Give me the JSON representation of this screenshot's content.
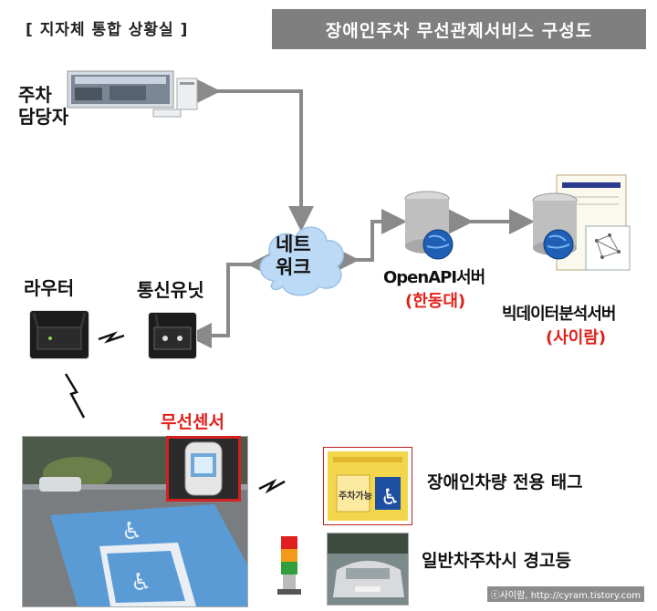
{
  "header": {
    "left_title": "[ 지자체 통합 상황실 ]",
    "right_title": "장애인주차 무선관제서비스 구성도"
  },
  "nodes": {
    "parking_manager": "주차\n담당자",
    "network": "네트\n워크",
    "openapi_server": "OpenAPI서버",
    "openapi_owner": "(한동대)",
    "bigdata_server": "빅데이터분석서버",
    "bigdata_owner": "(사이람)",
    "router": "라우터",
    "comm_unit": "통신유닛",
    "wireless_sensor": "무선센서",
    "disabled_tag": "장애인차량 전용 태그",
    "warning_light": "일반차주차시 경고등",
    "tag_card_title": "주차가능"
  },
  "footer": {
    "watermark": "ⓒ사이람, http://cyram.tistory.com"
  },
  "colors": {
    "arrow": "#8a8a8a",
    "cloud": "#bcd9f5",
    "accent_red": "#e0201a",
    "title_bg": "#7f7f7f",
    "parking_blue": "#5a9bd5"
  }
}
